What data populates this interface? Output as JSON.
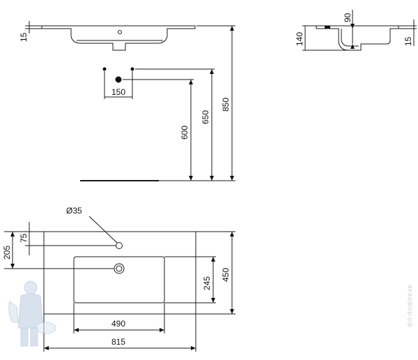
{
  "drawing": {
    "front": {
      "top_thickness": "15",
      "tap_spacing": "150",
      "waste_height": "600",
      "tap_height": "650",
      "overall_height": "850"
    },
    "side": {
      "bowl_depth": "90",
      "total_depth": "140",
      "top_thickness": "15"
    },
    "plan": {
      "tap_hole": "Ø35",
      "tap_offset": "75",
      "waste_offset": "205",
      "bowl_width": "490",
      "overall_width": "815",
      "bowl_depth": "245",
      "overall_depth": "450"
    }
  },
  "watermark": {
    "text": "аквафор.рф"
  },
  "colors": {
    "line": "#1a1a1a",
    "watermark": "#c9d3dc",
    "mascot_blue": "#9fb8d0"
  },
  "icons": [
    "plumber-mascot-icon"
  ]
}
